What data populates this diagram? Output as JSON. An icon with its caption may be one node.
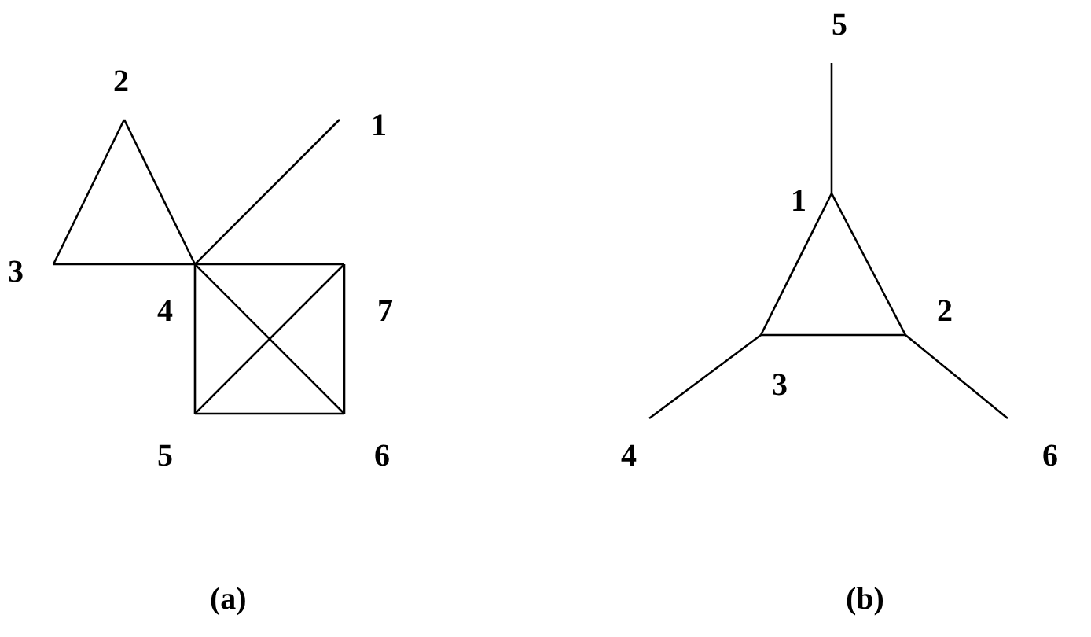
{
  "diagram": {
    "nodes": [
      {
        "text": [
          "1"
        ]
      },
      {
        "text": [
          "2"
        ]
      },
      {
        "text": [
          "3"
        ]
      },
      {
        "text": [
          "4"
        ]
      },
      {
        "text": [
          "5"
        ]
      },
      {
        "text": [
          "6"
        ]
      },
      {
        "text": [
          "7"
        ]
      },
      {
        "text": [
          "1"
        ]
      },
      {
        "text": [
          "2"
        ]
      },
      {
        "text": [
          "3"
        ]
      },
      {
        "text": [
          "4"
        ]
      },
      {
        "text": [
          "5"
        ]
      },
      {
        "text": [
          "6"
        ]
      }
    ],
    "edges": [
      {
        "from": 1,
        "to": 2,
        "arrow": "none"
      },
      {
        "from": 1,
        "to": 3,
        "arrow": "none"
      },
      {
        "from": 2,
        "to": 3,
        "arrow": "none"
      },
      {
        "from": 3,
        "to": 0,
        "arrow": "none"
      },
      {
        "from": 3,
        "to": 6,
        "arrow": "none"
      },
      {
        "from": 3,
        "to": 4,
        "arrow": "none"
      },
      {
        "from": 3,
        "to": 5,
        "arrow": "none"
      },
      {
        "from": 6,
        "to": 5,
        "arrow": "none"
      },
      {
        "from": 4,
        "to": 5,
        "arrow": "none"
      },
      {
        "from": 4,
        "to": 6,
        "arrow": "none"
      },
      {
        "from": 7,
        "to": 11,
        "arrow": "none"
      },
      {
        "from": 7,
        "to": 8,
        "arrow": "none"
      },
      {
        "from": 7,
        "to": 9,
        "arrow": "none"
      },
      {
        "from": 8,
        "to": 9,
        "arrow": "none"
      },
      {
        "from": 9,
        "to": 10,
        "arrow": "none"
      },
      {
        "from": 8,
        "to": 12,
        "arrow": "none"
      }
    ],
    "labels": [
      "(a)",
      "(b)"
    ]
  }
}
